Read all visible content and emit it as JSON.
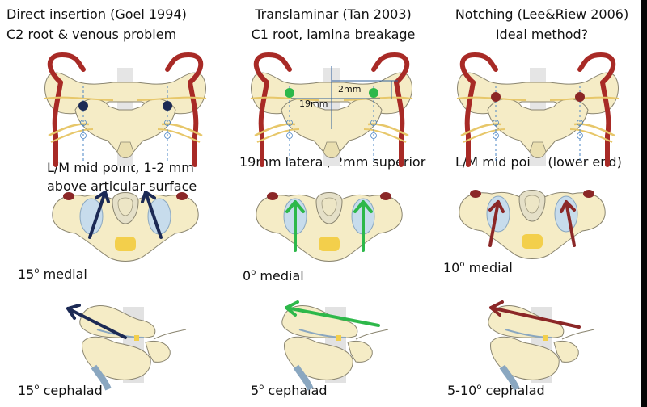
{
  "columns": [
    {
      "title_line1": "Direct insertion (Goel 1994)",
      "title_line2": "C2 root & venous problem",
      "entry_line1": "L/M mid point, 1-2 mm",
      "entry_line2": "above articular surface",
      "medial_angle": "15",
      "medial_label": "medial",
      "cephalad_angle": "15",
      "cephalad_label": "cephalad",
      "arrow_color": "#1c2a55"
    },
    {
      "title_line1": "Translaminar (Tan 2003)",
      "title_line2": "C1 root, lamina breakage",
      "entry_line1": "19mm lateral, 2mm superior",
      "medial_angle": "0",
      "medial_label": "medial",
      "cephalad_angle": "5",
      "cephalad_label": "cephalad",
      "arrow_color": "#2db84a"
    },
    {
      "title_line1": "Notching (Lee&Riew 2006)",
      "title_line2": "Ideal method?",
      "entry_line1": "L/M mid point (lower end)",
      "medial_angle": "10",
      "medial_label": "medial",
      "cephalad_angle": "5-10",
      "cephalad_label": "cephalad",
      "arrow_color": "#8b2727"
    }
  ],
  "measurements": {
    "vertical": "2mm",
    "horizontal": "19mm"
  },
  "colors": {
    "bone": "#f5ecc6",
    "bone_outline": "#8a8570",
    "artery": "#a82a26",
    "nerve": "#e7c76a",
    "lateral_mass": "#c7dcec",
    "cord": "#f3cf4b",
    "dash": "#4a84c4",
    "guide": "#2f5f9a"
  }
}
